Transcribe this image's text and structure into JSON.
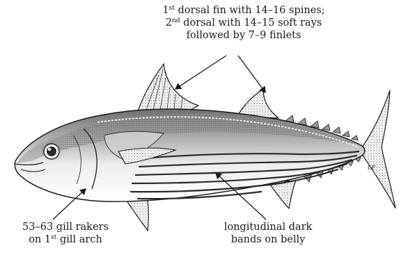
{
  "labels": {
    "dorsal": {
      "line1_ordinal": "1",
      "line1_sup": "st",
      "line1_rest": " dorsal fin with 14–16 spines;",
      "line2_ordinal": "2",
      "line2_sup": "nd",
      "line2_rest": " dorsal with 14–15 soft rays",
      "line3": "followed by 7–9 finlets"
    },
    "gill": {
      "line1": "53–63 gill rakers",
      "line2_pre": "on 1",
      "line2_sup": "st",
      "line2_rest": " gill arch"
    },
    "bands": {
      "line1": "longitudinal dark",
      "line2": "bands on belly"
    }
  },
  "signature": "LF",
  "colors": {
    "ink": "#1a1a1a",
    "background": "#ffffff"
  }
}
